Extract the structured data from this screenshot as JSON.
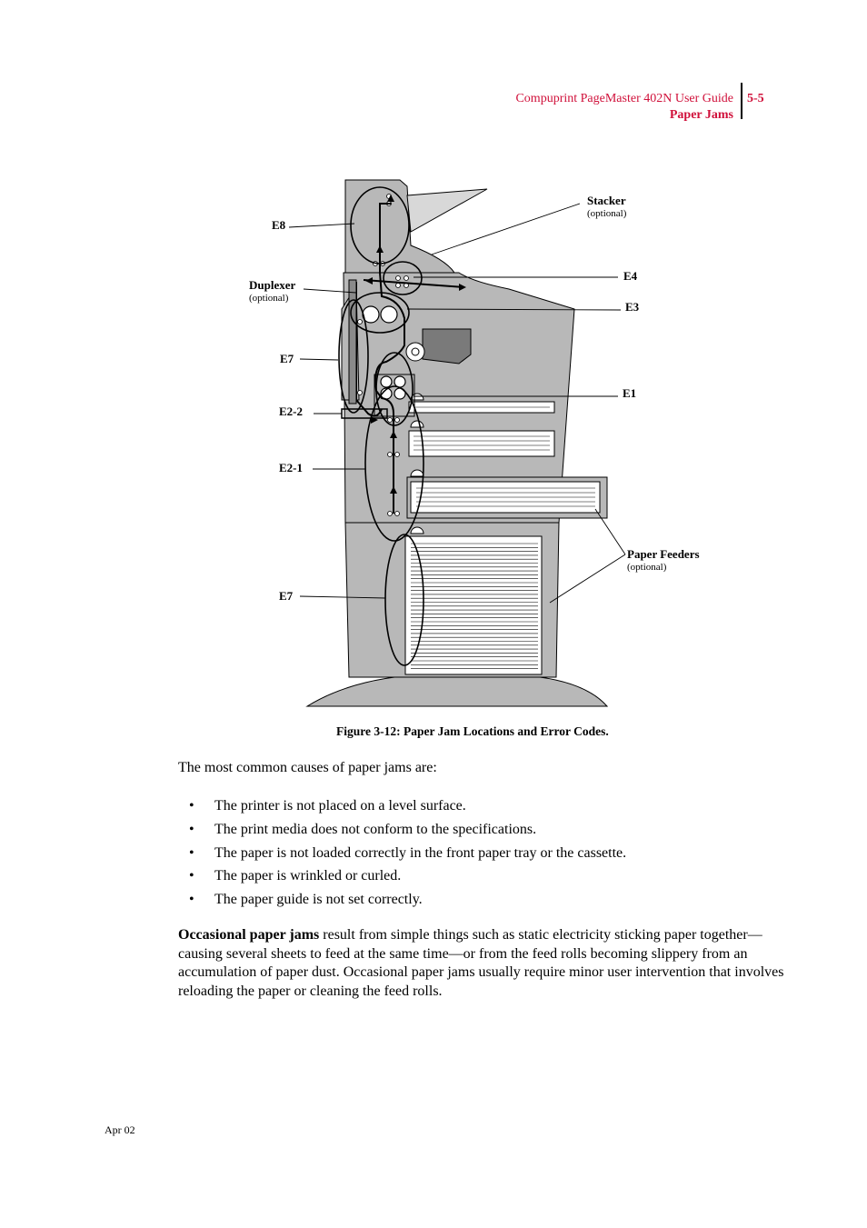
{
  "header": {
    "title": "Compuprint PageMaster 402N User Guide",
    "page": "5-5",
    "section": "Paper Jams"
  },
  "figure": {
    "labels": {
      "stacker": "Stacker",
      "stacker_note": "(optional)",
      "e8": "E8",
      "duplexer": "Duplexer",
      "duplexer_note": "(optional)",
      "e4": "E4",
      "e3": "E3",
      "e7_top": "E7",
      "e1": "E1",
      "e2_2": "E2-2",
      "e2_1": "E2-1",
      "paper_feeders": "Paper Feeders",
      "paper_feeders_note": "(optional)",
      "e7_bottom": "E7"
    },
    "caption": "Figure 3-12:  Paper Jam Locations and Error Codes."
  },
  "body": {
    "intro": "The most common causes of paper jams are:",
    "bullet_symbol": "•",
    "bullets": [
      "The printer is not placed on a level surface.",
      "The print media does not conform to the specifications.",
      "The paper is not loaded correctly in the front paper tray or the cassette.",
      "The paper is wrinkled or curled.",
      "The paper guide is not set correctly."
    ],
    "para_bold": "Occasional paper jams",
    "para_rest": " result from simple things such as static electricity sticking paper together—causing several sheets to feed at the same time—or from the feed rolls becoming slippery from an accumulation of paper dust. Occasional paper jams usually require minor user intervention that involves reloading the paper or cleaning the feed rolls."
  },
  "footer": {
    "date": "Apr 02"
  },
  "colors": {
    "header": "#d0103a",
    "printer_body": "#b8b8b8",
    "printer_dark": "#7a7a7a"
  }
}
